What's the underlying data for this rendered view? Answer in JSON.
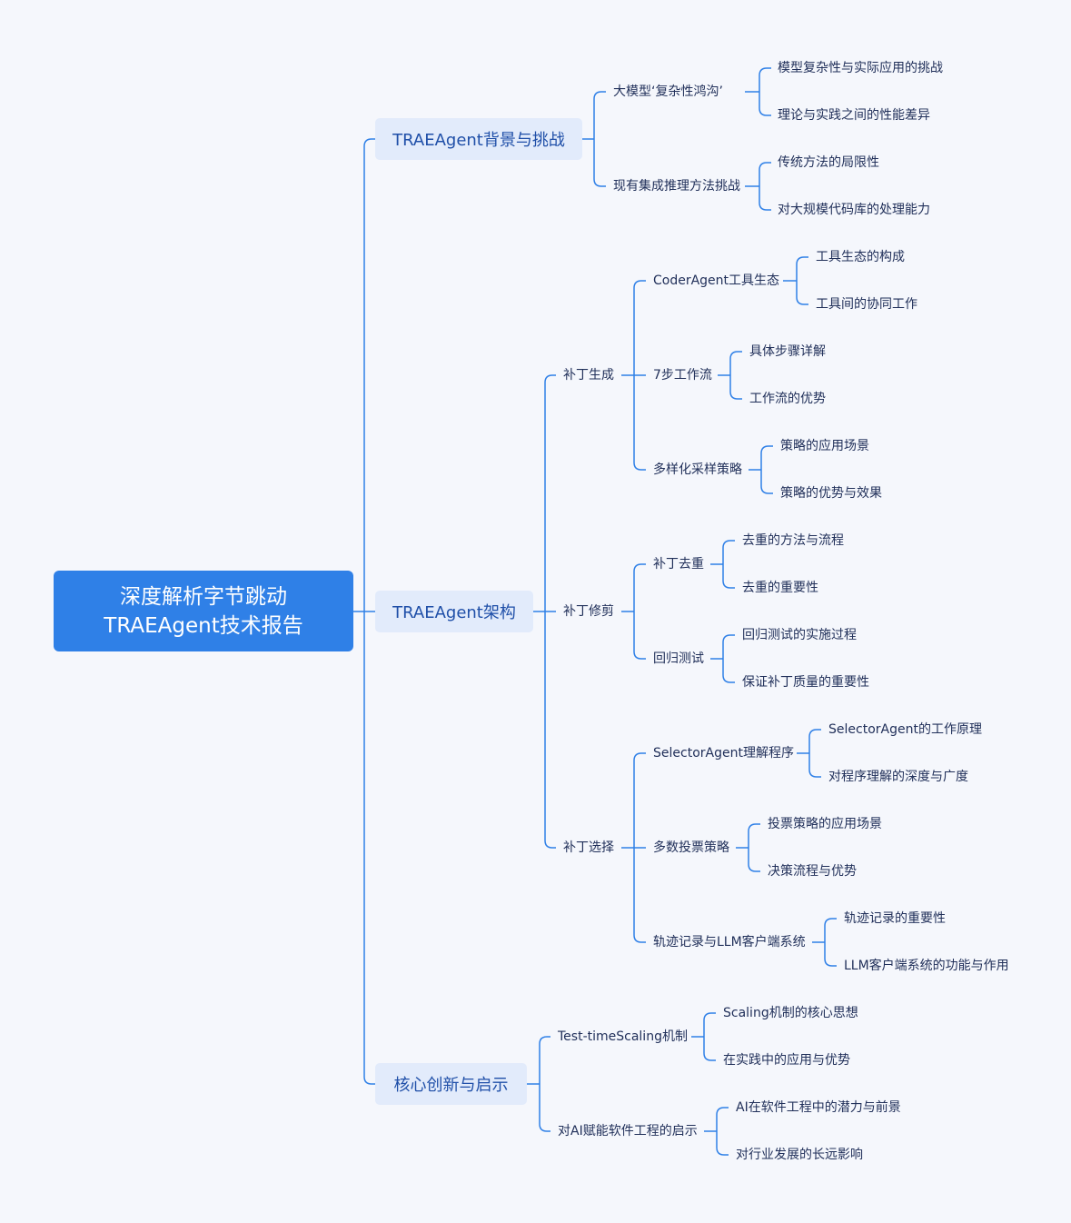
{
  "root": {
    "line1": "深度解析字节跳动",
    "line2": "TRAEAgent技术报告"
  },
  "branches": {
    "background": {
      "label": "TRAEAgent背景与挑战",
      "complexity": {
        "label": "大模型‘复杂性鸿沟’",
        "a": "模型复杂性与实际应用的挑战",
        "b": "理论与实践之间的性能差异"
      },
      "methods": {
        "label": "现有集成推理方法挑战",
        "a": "传统方法的局限性",
        "b": "对大规模代码库的处理能力"
      }
    },
    "architecture": {
      "label": "TRAEAgent架构",
      "generation": {
        "label": "补丁生成",
        "coder": {
          "label": "CoderAgent工具生态",
          "a": "工具生态的构成",
          "b": "工具间的协同工作"
        },
        "workflow": {
          "label": "7步工作流",
          "a": "具体步骤详解",
          "b": "工作流的优势"
        },
        "sampling": {
          "label": "多样化采样策略",
          "a": "策略的应用场景",
          "b": "策略的优势与效果"
        }
      },
      "pruning": {
        "label": "补丁修剪",
        "dedup": {
          "label": "补丁去重",
          "a": "去重的方法与流程",
          "b": "去重的重要性"
        },
        "regression": {
          "label": "回归测试",
          "a": "回归测试的实施过程",
          "b": "保证补丁质量的重要性"
        }
      },
      "selection": {
        "label": "补丁选择",
        "selector": {
          "label": "SelectorAgent理解程序",
          "a": "SelectorAgent的工作原理",
          "b": "对程序理解的深度与广度"
        },
        "voting": {
          "label": "多数投票策略",
          "a": "投票策略的应用场景",
          "b": "决策流程与优势"
        },
        "trajectory": {
          "label": "轨迹记录与LLM客户端系统",
          "a": "轨迹记录的重要性",
          "b": "LLM客户端系统的功能与作用"
        }
      }
    },
    "innovation": {
      "label": "核心创新与启示",
      "scaling": {
        "label": "Test-timeScaling机制",
        "a": "Scaling机制的核心思想",
        "b": "在实践中的应用与优势"
      },
      "ai": {
        "label": "对AI赋能软件工程的启示",
        "a": "AI在软件工程中的潜力与前景",
        "b": "对行业发展的长远影响"
      }
    }
  },
  "colors": {
    "root": "#2f80e7",
    "line": "#2f80e7",
    "l1_bg": "#e2ebfb",
    "l1_text": "#1f4fa8",
    "text": "#21305a",
    "background": "#f5f7fc"
  }
}
